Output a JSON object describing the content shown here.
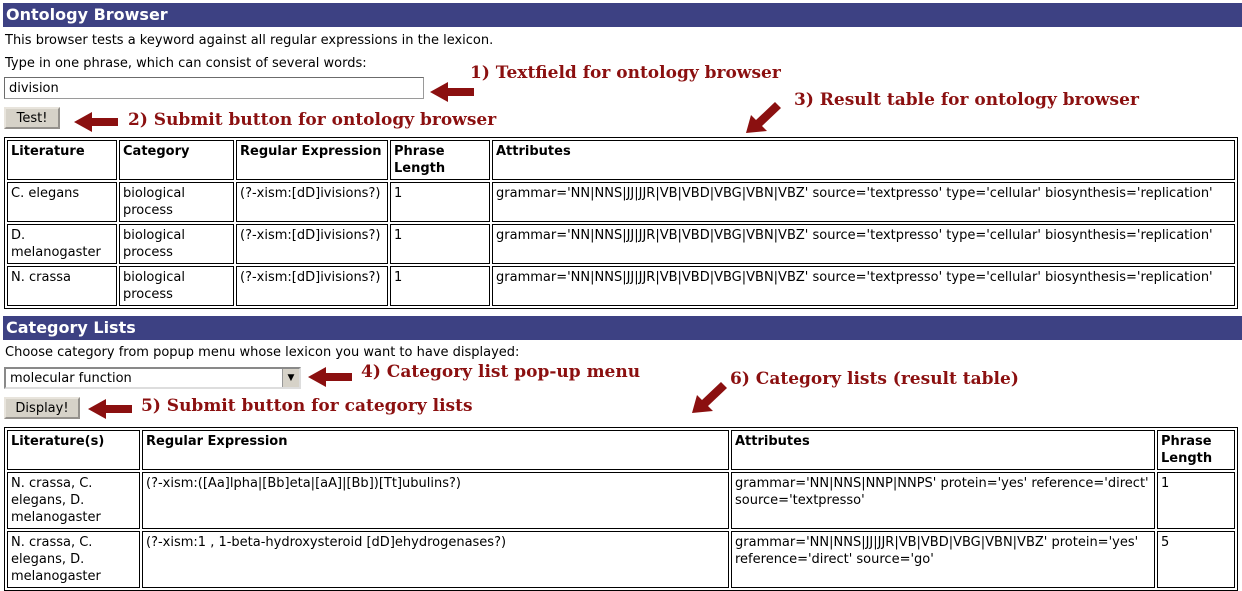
{
  "ontology": {
    "header": "Ontology Browser",
    "description": "This browser tests a keyword against all regular expressions in the lexicon.",
    "prompt": "Type in one phrase, which can consist of several words:",
    "textfield_value": "division",
    "submit_label": "Test!",
    "table": {
      "headers": [
        "Literature",
        "Category",
        "Regular Expression",
        "Phrase Length",
        "Attributes"
      ],
      "rows": [
        [
          "C. elegans",
          "biological process",
          "(?-xism:[dD]ivisions?)",
          "1",
          "grammar='NN|NNS|JJ|JJR|VB|VBD|VBG|VBN|VBZ' source='textpresso' type='cellular' biosynthesis='replication'"
        ],
        [
          "D. melanogaster",
          "biological process",
          "(?-xism:[dD]ivisions?)",
          "1",
          "grammar='NN|NNS|JJ|JJR|VB|VBD|VBG|VBN|VBZ' source='textpresso' type='cellular' biosynthesis='replication'"
        ],
        [
          "N. crassa",
          "biological process",
          "(?-xism:[dD]ivisions?)",
          "1",
          "grammar='NN|NNS|JJ|JJR|VB|VBD|VBG|VBN|VBZ' source='textpresso' type='cellular' biosynthesis='replication'"
        ]
      ]
    }
  },
  "category": {
    "header": "Category Lists",
    "prompt": "Choose category from popup menu whose lexicon you want to have displayed:",
    "select_value": "molecular function",
    "submit_label": "Display!",
    "table": {
      "headers": [
        "Literature(s)",
        "Regular Expression",
        "Attributes",
        "Phrase Length"
      ],
      "rows": [
        [
          "N. crassa, C. elegans, D. melanogaster",
          "(?-xism:([Aa]lpha|[Bb]eta|[aA]|[Bb])[Tt]ubulins?)",
          "grammar='NN|NNS|NNP|NNPS' protein='yes' reference='direct' source='textpresso'",
          "1"
        ],
        [
          "N. crassa, C. elegans, D. melanogaster",
          "(?-xism:1 , 1-beta-hydroxysteroid [dD]ehydrogenases?)",
          "grammar='NN|NNS|JJ|JJR|VB|VBD|VBG|VBN|VBZ' protein='yes' reference='direct' source='go'",
          "5"
        ]
      ]
    }
  },
  "annotations": {
    "a1": "1) Textfield for ontology browser",
    "a2": "2) Submit button for ontology browser",
    "a3": "3) Result table for ontology browser",
    "a4": "4) Category list pop-up menu",
    "a5": "5) Submit button for category lists",
    "a6": "6) Category lists (result table)"
  },
  "colors": {
    "header_bg": "#3d4183",
    "annotation": "#8b1010",
    "button_bg": "#d6d2c8"
  },
  "icons": {
    "arrow": "arrow-icon",
    "dropdown": "chevron-down-icon"
  }
}
